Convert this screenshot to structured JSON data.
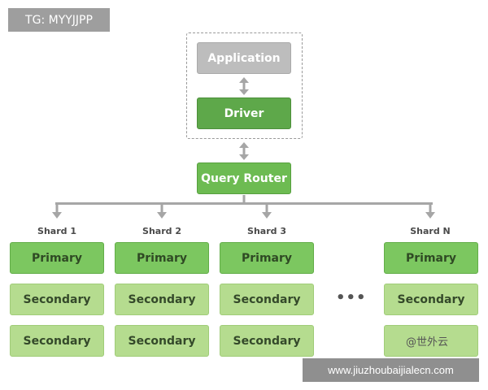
{
  "overlays": {
    "tag_label": "TG: MYYJJPP",
    "url_label": "www.jiuzhoubaijialecn.com",
    "watermark": "@世外云"
  },
  "diagram": {
    "application": "Application",
    "driver": "Driver",
    "router": "Query Router",
    "ellipsis": "•••",
    "shards": [
      {
        "label": "Shard 1",
        "primary": "Primary",
        "secondary_1": "Secondary",
        "secondary_2": "Secondary"
      },
      {
        "label": "Shard 2",
        "primary": "Primary",
        "secondary_1": "Secondary",
        "secondary_2": "Secondary"
      },
      {
        "label": "Shard 3",
        "primary": "Primary",
        "secondary_1": "Secondary",
        "secondary_2": "Secondary"
      },
      {
        "label": "Shard N",
        "primary": "Primary",
        "secondary_1": "Secondary",
        "secondary_2": ""
      }
    ]
  },
  "colors": {
    "application": "#bdbdbd",
    "driver": "#5ea84a",
    "router": "#6dbb52",
    "primary": "#7cc760",
    "secondary": "#b5dc8f",
    "connector": "#a6a6a6"
  }
}
